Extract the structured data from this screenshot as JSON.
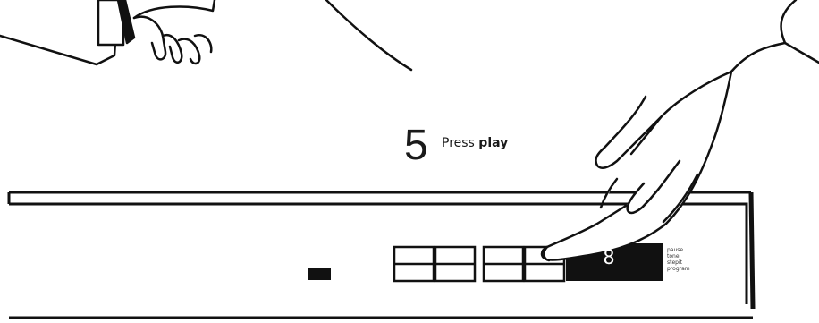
{
  "step": {
    "number": "5",
    "prefix": "Press ",
    "action": "play"
  },
  "display": {
    "digit": "8",
    "background": "#111111"
  },
  "mode_labels": [
    "pause",
    "tone",
    "stepit",
    "program"
  ],
  "icons": {
    "hand_top": "hand-holding-card-icon",
    "hand_pointing": "pointing-hand-icon"
  }
}
